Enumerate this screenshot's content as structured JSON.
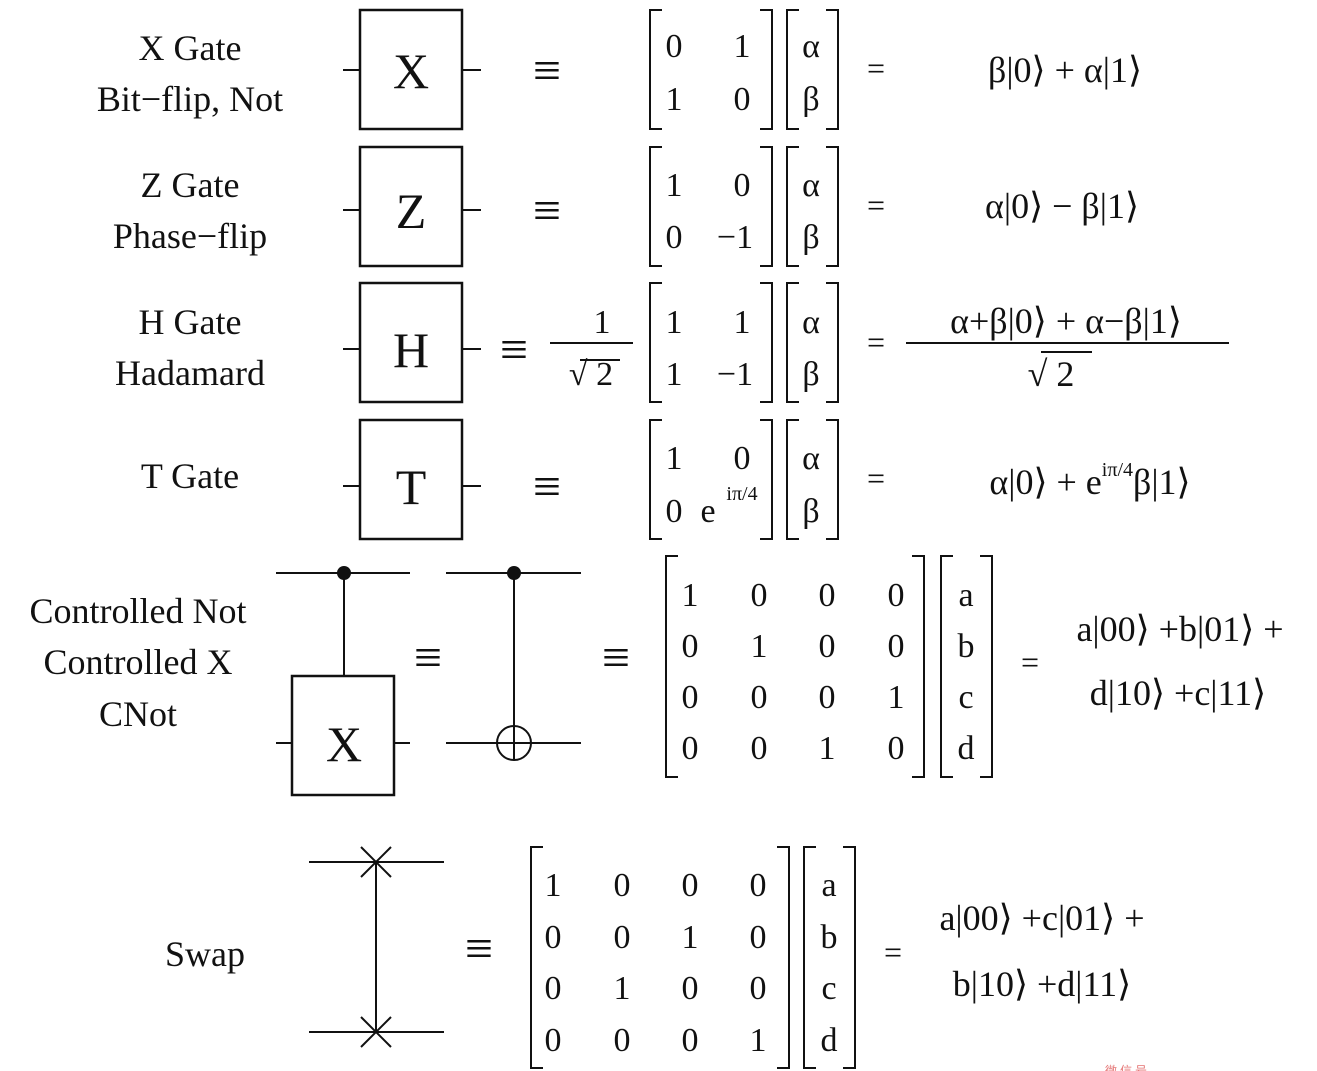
{
  "gates": [
    {
      "labels": [
        "X Gate",
        "Bit−flip, Not"
      ],
      "symbol": "X",
      "matrix": [
        [
          "0",
          "1"
        ],
        [
          "1",
          "0"
        ]
      ],
      "vector": [
        "α",
        "β"
      ],
      "result": "β|0⟩ + α|1⟩"
    },
    {
      "labels": [
        "Z Gate",
        "Phase−flip"
      ],
      "symbol": "Z",
      "matrix": [
        [
          "1",
          "0"
        ],
        [
          "0",
          "−1"
        ]
      ],
      "vector": [
        "α",
        "β"
      ],
      "result": "α|0⟩ − β|1⟩"
    },
    {
      "labels": [
        "H Gate",
        "Hadamard"
      ],
      "symbol": "H",
      "prefactor": {
        "numerator": "1",
        "denominator": "√ 2"
      },
      "matrix": [
        [
          "1",
          "1"
        ],
        [
          "1",
          "−1"
        ]
      ],
      "vector": [
        "α",
        "β"
      ],
      "result": {
        "numerator": "α+β|0⟩ + α−β|1⟩",
        "denominator": "√ 2"
      }
    },
    {
      "labels": [
        "T Gate"
      ],
      "symbol": "T",
      "matrix": [
        [
          "1",
          "0"
        ],
        [
          "0",
          "e"
        ]
      ],
      "matrix_superscript": "iπ/4",
      "vector": [
        "α",
        "β"
      ],
      "result": {
        "pre": "α|0⟩ + e",
        "sup": "iπ/4",
        "post": "β|1⟩"
      }
    }
  ],
  "cnot": {
    "labels": [
      "Controlled Not",
      "Controlled X",
      "CNot"
    ],
    "symbol": "X",
    "matrix": [
      [
        "1",
        "0",
        "0",
        "0"
      ],
      [
        "0",
        "1",
        "0",
        "0"
      ],
      [
        "0",
        "0",
        "0",
        "1"
      ],
      [
        "0",
        "0",
        "1",
        "0"
      ]
    ],
    "vector": [
      "a",
      "b",
      "c",
      "d"
    ],
    "result": [
      "a|00⟩ +b|01⟩ +",
      "d|10⟩ +c|11⟩"
    ]
  },
  "swap": {
    "labels": [
      "Swap"
    ],
    "matrix": [
      [
        "1",
        "0",
        "0",
        "0"
      ],
      [
        "0",
        "0",
        "1",
        "0"
      ],
      [
        "0",
        "1",
        "0",
        "0"
      ],
      [
        "0",
        "0",
        "0",
        "1"
      ]
    ],
    "vector": [
      "a",
      "b",
      "c",
      "d"
    ],
    "result": [
      "a|00⟩ +c|01⟩ +",
      "b|10⟩ +d|11⟩"
    ]
  },
  "symbols": {
    "equivalent": "≡",
    "equals": "="
  },
  "watermark": "微信号"
}
